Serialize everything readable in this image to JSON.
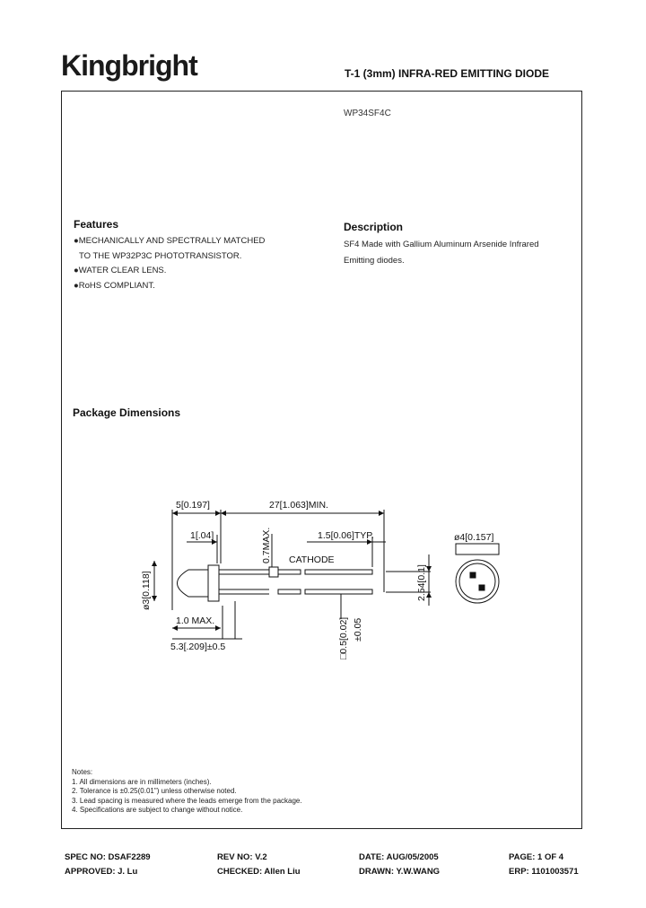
{
  "header": {
    "logo": "Kingbright",
    "title": "T-1 (3mm) INFRA-RED EMITTING DIODE"
  },
  "part_number": "WP34SF4C",
  "features": {
    "heading": "Features",
    "items": [
      "MECHANICALLY AND SPECTRALLY MATCHED",
      "TO THE WP32P3C PHOTOTRANSISTOR.",
      "WATER CLEAR LENS.",
      "RoHS COMPLIANT."
    ]
  },
  "description": {
    "heading": "Description",
    "text_line1": "SF4 Made with Gallium Aluminum Arsenide Infrared",
    "text_line2": "Emitting diodes."
  },
  "package": {
    "heading": "Package Dimensions",
    "labels": {
      "len_body": "5[0.197]",
      "len_lead": "27[1.063]MIN.",
      "flange": "1[.04]",
      "max07": "0.7MAX.",
      "pitch": "1.5[0.06]TYP.",
      "cathode": "CATHODE",
      "dia3": "ø3[0.118]",
      "spacing": "2.54[0.1]",
      "max10": "1.0 MAX.",
      "seat": "5.3[.209]±0.5",
      "lead_sq": "□0.5[0.02]",
      "lead_tol": "±0.05",
      "dia4": "ø4[0.157]"
    }
  },
  "notes": {
    "heading": "Notes:",
    "items": [
      "1. All dimensions are in millimeters (inches).",
      "2. Tolerance is ±0.25(0.01\") unless otherwise noted.",
      "3. Lead spacing is measured where the leads emerge from the package.",
      "4. Specifications are subject to change without notice."
    ]
  },
  "footer": {
    "spec_no": "SPEC NO: DSAF2289",
    "rev_no": "REV NO: V.2",
    "date": "DATE: AUG/05/2005",
    "page": "PAGE:  1 OF 4",
    "approved": "APPROVED: J. Lu",
    "checked": "CHECKED: Allen Liu",
    "drawn": "DRAWN: Y.W.WANG",
    "erp": "ERP: 1101003571"
  }
}
